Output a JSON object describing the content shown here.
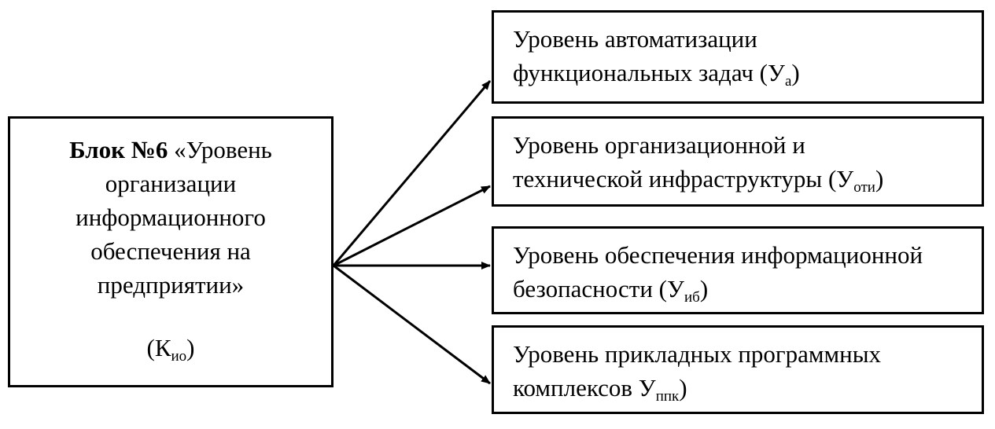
{
  "main_block": {
    "title_bold": "Блок №6",
    "title_rest": " «Уровень",
    "lines": [
      "организации",
      "информационного",
      "обеспечения на",
      "предприятии»"
    ],
    "coef_open": "(К",
    "coef_sub": "ио",
    "coef_close": ")"
  },
  "levels": [
    {
      "line1": "Уровень автоматизации",
      "line2": "функциональных задач (У",
      "sub": "а",
      "close": ")"
    },
    {
      "line1": "Уровень организационной и",
      "line2": "технической инфраструктуры (У",
      "sub": "оти",
      "close": ")"
    },
    {
      "line1": "Уровень обеспечения информационной",
      "line2": "безопасности (У",
      "sub": "иб",
      "close": ")"
    },
    {
      "line1": "Уровень прикладных программных",
      "line2": "комплексов У",
      "sub": "ппк",
      "close": ")"
    }
  ]
}
